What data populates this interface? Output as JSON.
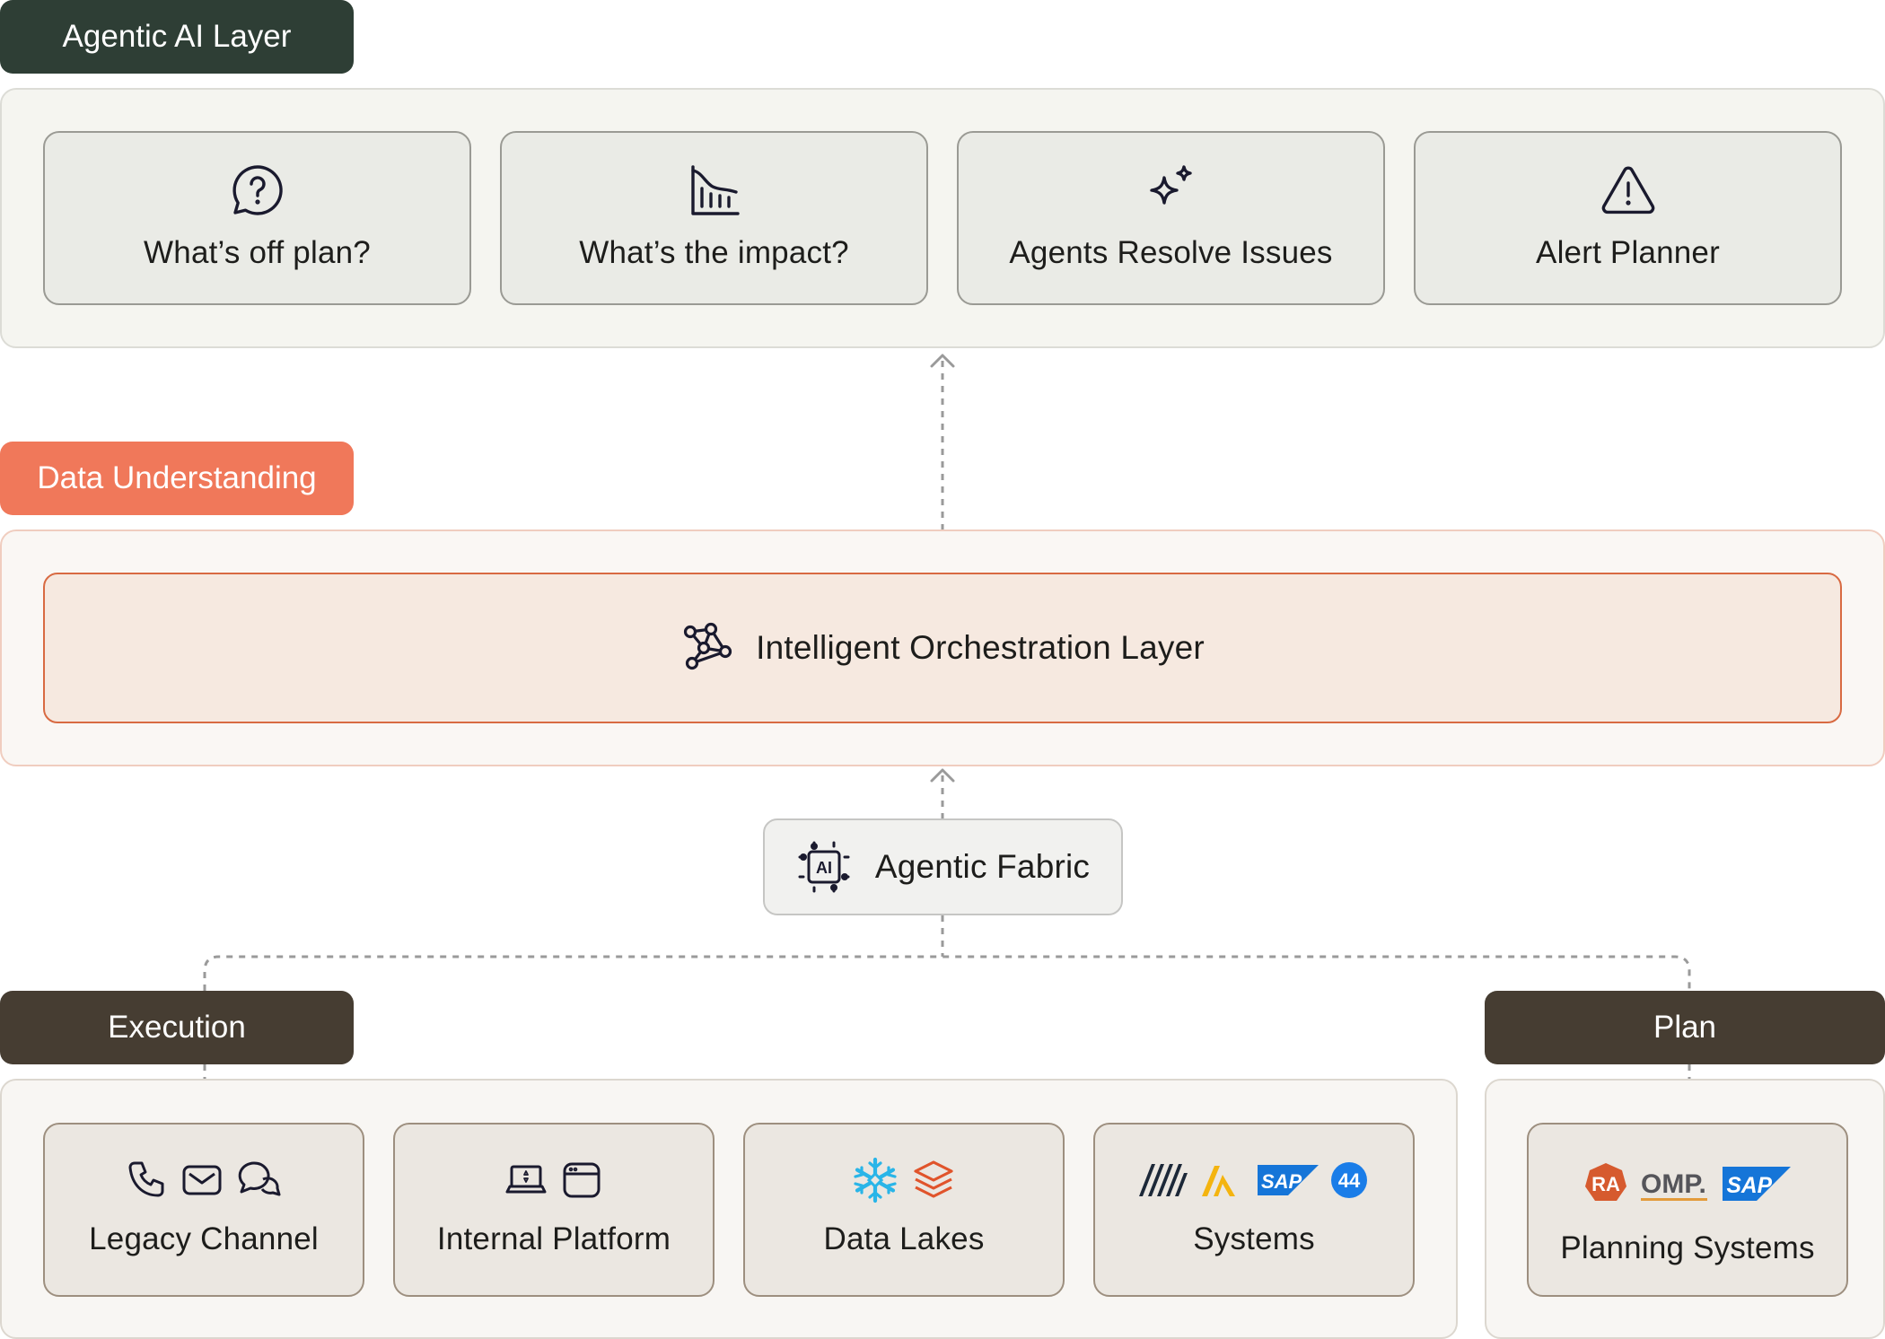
{
  "layers": {
    "agentic_ai": {
      "label": "Agentic AI Layer",
      "color": "#2e3e35",
      "cards": [
        {
          "label": "What’s off plan?",
          "icon": "question-bubble-icon"
        },
        {
          "label": "What’s the impact?",
          "icon": "declining-bar-chart-icon"
        },
        {
          "label": "Agents Resolve Issues",
          "icon": "sparkle-icon"
        },
        {
          "label": "Alert Planner",
          "icon": "warning-triangle-icon"
        }
      ]
    },
    "data_understanding": {
      "label": "Data Understanding",
      "color": "#f0785a",
      "orchestration": {
        "label": "Intelligent Orchestration Layer",
        "icon": "network-graph-icon"
      }
    },
    "fabric": {
      "label": "Agentic Fabric",
      "icon": "ai-chip-icon"
    },
    "execution": {
      "label": "Execution",
      "color": "#463d32",
      "cards": [
        {
          "label": "Legacy Channel",
          "icons": [
            "phone-icon",
            "mail-icon",
            "chat-bubbles-icon"
          ]
        },
        {
          "label": "Internal Platform",
          "icons": [
            "laptop-icon",
            "browser-window-icon"
          ]
        },
        {
          "label": "Data Lakes",
          "icons": [
            "snowflake-logo-icon",
            "databricks-logo-icon"
          ]
        },
        {
          "label": "Systems",
          "icons": [
            "manhattan-logo-icon",
            "blue-yonder-logo-icon",
            "sap-logo-icon",
            "project44-logo-icon"
          ],
          "logo_text": {
            "sap": "SAP",
            "p44": "44"
          }
        }
      ]
    },
    "plan": {
      "label": "Plan",
      "color": "#463d32",
      "card": {
        "label": "Planning Systems",
        "icons": [
          "ra-logo-icon",
          "omp-logo-icon",
          "sap-logo-icon"
        ],
        "logo_text": {
          "ra": "RA",
          "omp": "OMP.",
          "sap": "SAP"
        }
      }
    }
  }
}
